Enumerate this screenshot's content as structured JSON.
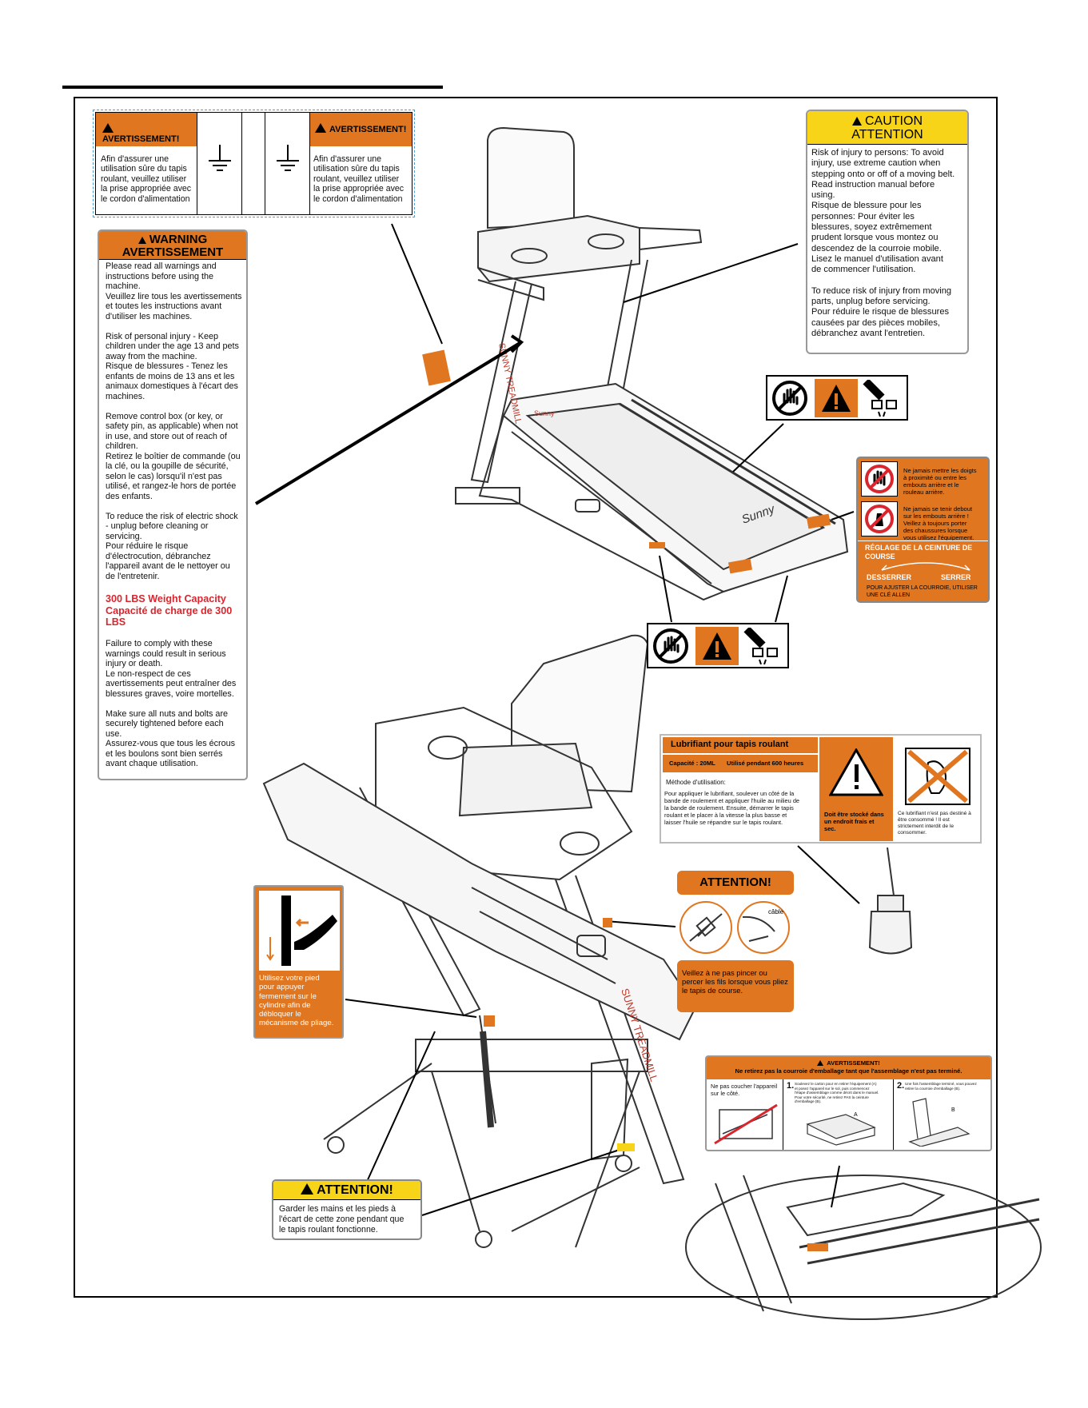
{
  "avert_top": {
    "heading": "AVERTISSEMENT!",
    "body": "Afin d'assurer une\nutilisation sûre du tapis\nroulant, veuillez utiliser\nla prise appropriée avec\nle cordon d'alimentation"
  },
  "warning_label": {
    "heading1": "WARNING",
    "heading2": "AVERTISSEMENT",
    "body1": "Please read all warnings and\ninstructions before using the\nmachine.\nVeuillez lire tous les avertissements\net toutes les instructions avant\nd'utiliser les machines.\n\nRisk of personal injury - Keep\nchildren under the age 13 and pets\naway from the machine.\nRisque de blessures - Tenez les\nenfants de moins de 13 ans et les\nanimaux domestiques à l'écart des\nmachines.\n\nRemove control box (or key, or\nsafety pin, as applicable) when not\nin use, and store out of reach of\nchildren.\nRetirez le boîtier de commande (ou\nla clé, ou la goupille de sécurité,\nselon le cas) lorsqu'il n'est pas\nutilisé, et rangez-le hors de portée\ndes enfants.\n\nTo reduce the risk of electric shock\n- unplug before cleaning or\nservicing.\nPour réduire le risque\nd'électrocution, débranchez\nl'appareil avant de le nettoyer ou\nde l'entretenir.",
    "capacity": "300 LBS Weight Capacity\nCapacité de charge de 300\nLBS",
    "body2": "Failure to comply with these\nwarnings could result in serious\ninjury or death.\nLe non-respect de ces\navertissements peut entraîner des\nblessures graves, voire mortelles.\n\nMake sure all nuts and bolts are\nsecurely tightened before each\nuse.\nAssurez-vous que tous les écrous\net les boulons sont bien serrés\navant chaque utilisation."
  },
  "caution_label": {
    "heading1": "CAUTION",
    "heading2": "ATTENTION",
    "body": "Risk of injury to persons: To avoid\ninjury, use extreme caution when\nstepping onto or off of a moving belt.\nRead instruction manual before\nusing.\nRisque de blessure pour les\npersonnes: Pour éviter les\nblessures, soyez extrêmement\nprudent lorsque vous montez ou\ndescendez de la courroie mobile.\nLisez le manuel d'utilisation avant\nde commencer l'utilisation.\n\nTo reduce risk of injury from moving\nparts, unplug before servicing.\nPour réduire le risque de blessures\ncausées par des pièces mobiles,\ndébranchez avant l'entretien."
  },
  "rear_label": {
    "text1": "Ne jamais mettre les doigts\nà proximité ou entre les\nembouts arrière et le\nrouleau arrière.",
    "text2": "Ne jamais se tenir debout\nsur les embouts arrière !\nVeillez à toujours porter\ndes chaussures lorsque\nvous utilisez l'équipement.",
    "belt_title": "RÉGLAGE DE LA CEINTURE DE\nCOURSE",
    "loosen": "DESSERRER",
    "tighten": "SERRER",
    "belt_note": "POUR AJUSTER LA COURROIE, UTILISER\nUNE CLÉ ALLEN"
  },
  "lube_label": {
    "title": "Lubrifiant pour tapis roulant",
    "capacity": "Capacité : 20ML",
    "usage": "Utilisé pendant 600 heures",
    "method_title": "Méthode d'utilisation:",
    "method": "Pour appliquer le lubrifiant, soulever un côté de la\nbande de roulement et appliquer l'huile au milieu de\nla bande de roulement. Ensuite, démarrer le tapis\nroulant et le placer à la vitesse la plus basse et\nlaisser l'huile se répandre sur le tapis roulant.",
    "storage": "Doit être stocké dans\nun endroit frais et\nsec.",
    "not_for_consumption": "Ce lubrifiant n'est pas destiné à\nêtre consommé ! Il est\nstrictement interdit de le\nconsommer."
  },
  "attention_cable": {
    "heading": "ATTENTION!",
    "cable_word": "câble",
    "body": "Veillez à ne pas pincer ou\npercer les fils lorsque vous pliez\nle tapis de course."
  },
  "fold_label": {
    "body": "Utilisez votre pied\npour appuyer\nfermement sur le\ncylindre afin de\ndébloquer le\nmécanisme de pliage."
  },
  "attention_hands": {
    "heading": "ATTENTION!",
    "body": "Garder les mains et les pieds à\nl'écart de cette zone pendant que\nle tapis roulant fonctionne."
  },
  "packing_label": {
    "heading1": "AVERTISSEMENT!",
    "heading2": "Ne retirez pas la courroie d'emballage tant que l'assemblage n'est pas terminé.",
    "col1": "Ne pas coucher l'appareil\nsur le côté.",
    "step1_num": "1.",
    "step1": "Soulevez le carton pour en retirer l'équipement (A)\net posez l'appareil sur le sol, puis commencez\nl'étape d'assemblage comme décrit dans le manuel.\nPour votre sécurité, ne retirez PAS la ceinture\nd'emballage (B).",
    "step2_num": "2.",
    "step2": "Une fois l'assemblage terminé, vous pouvez\nretirer la courroie d'emballage (B).",
    "mark_a": "A",
    "mark_b": "B"
  },
  "treadmill_brand": {
    "wordmark": "SUNNY TREADMILL",
    "logo": "Sunny"
  }
}
